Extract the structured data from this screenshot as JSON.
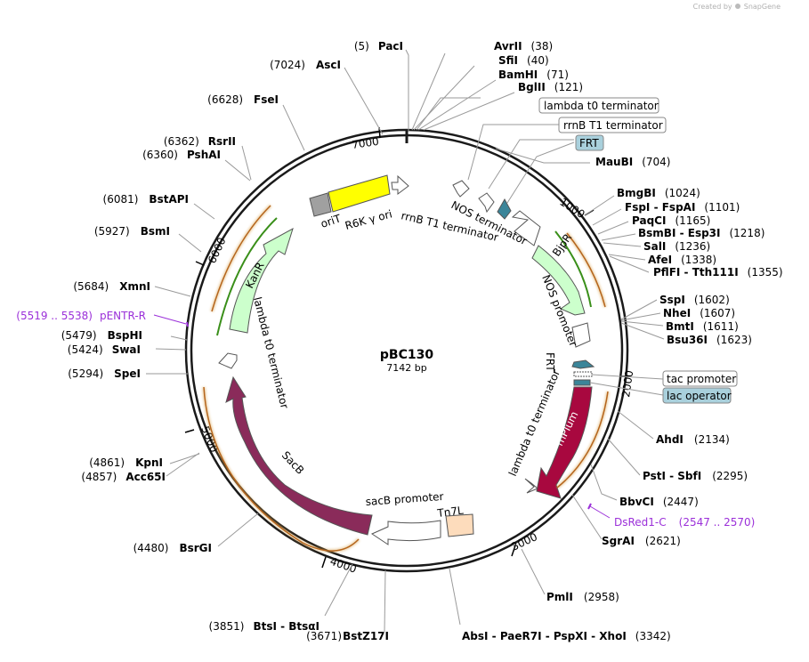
{
  "credit": "Created by",
  "brand": "SnapGene",
  "plasmid": {
    "name": "pBC130",
    "length": "7142 bp"
  },
  "ring_ticks": [
    "1000",
    "2000",
    "3000",
    "4000",
    "5000",
    "6000",
    "7000"
  ],
  "sites": [
    {
      "pos": "(5)",
      "name": "PacI"
    },
    {
      "pos": "(38)",
      "name": "AvrII"
    },
    {
      "pos": "(40)",
      "name": "SfiI"
    },
    {
      "pos": "(71)",
      "name": "BamHI"
    },
    {
      "pos": "(121)",
      "name": "BglII"
    },
    {
      "pos": "(704)",
      "name": "MauBI"
    },
    {
      "pos": "(1024)",
      "name": "BmgBI"
    },
    {
      "pos": "(1101)",
      "name": "FspI  -  FspAI"
    },
    {
      "pos": "(1165)",
      "name": "PaqCI"
    },
    {
      "pos": "(1218)",
      "name": "BsmBI  -  Esp3I"
    },
    {
      "pos": "(1236)",
      "name": "SalI"
    },
    {
      "pos": "(1338)",
      "name": "AfeI"
    },
    {
      "pos": "(1355)",
      "name": "PflFI  -  Tth111I"
    },
    {
      "pos": "(1602)",
      "name": "SspI"
    },
    {
      "pos": "(1607)",
      "name": "NheI"
    },
    {
      "pos": "(1611)",
      "name": "BmtI"
    },
    {
      "pos": "(1623)",
      "name": "Bsu36I"
    },
    {
      "pos": "(2134)",
      "name": "AhdI"
    },
    {
      "pos": "(2295)",
      "name": "PstI  -  SbfI"
    },
    {
      "pos": "(2447)",
      "name": "BbvCI"
    },
    {
      "pos": "(2621)",
      "name": "SgrAI"
    },
    {
      "pos": "(2958)",
      "name": "PmlI"
    },
    {
      "pos": "(3342)",
      "name": "AbsI  -  PaeR7I  -  PspXI  -  XhoI"
    },
    {
      "pos": "(3671)",
      "name": "BstZ17I"
    },
    {
      "pos": "(3851)",
      "name": "BtsI  -  BtsαI"
    },
    {
      "pos": "(4480)",
      "name": "BsrGI"
    },
    {
      "pos": "(4857)",
      "name": "Acc65I"
    },
    {
      "pos": "(4861)",
      "name": "KpnI"
    },
    {
      "pos": "(5294)",
      "name": "SpeI"
    },
    {
      "pos": "(5424)",
      "name": "SwaI"
    },
    {
      "pos": "(5479)",
      "name": "BspHI"
    },
    {
      "pos": "(5684)",
      "name": "XmnI"
    },
    {
      "pos": "(5927)",
      "name": "BsmI"
    },
    {
      "pos": "(6081)",
      "name": "BstAPI"
    },
    {
      "pos": "(6360)",
      "name": "PshAI"
    },
    {
      "pos": "(6362)",
      "name": "RsrII"
    },
    {
      "pos": "(6628)",
      "name": "FseI"
    },
    {
      "pos": "(7024)",
      "name": "AscI"
    }
  ],
  "primers": [
    {
      "pos": "(5519 .. 5538)",
      "name": "pENTR-R"
    },
    {
      "name": "DsRed1-C",
      "pos": "(2547 .. 2570)"
    }
  ],
  "callouts": [
    "lambda t0 terminator",
    "rrnB T1 terminator",
    "FRT",
    "tac promoter",
    "lac operator"
  ],
  "features": {
    "oriT": "oriT",
    "r6k": "R6K γ ori",
    "rrnb": "rrnB T1 terminator",
    "nos_term": "NOS terminator",
    "bjpr": "BjpR",
    "nos_prom": "NOS promoter",
    "frt": "FRT",
    "mplum": "mPlum",
    "lambda_right": "lambda t0 terminator",
    "tn7l": "Tn7L",
    "sacb_prom": "sacB promoter",
    "sacb": "SacB",
    "lambda_left": "lambda t0 terminator",
    "kanr": "KanR"
  },
  "colors": {
    "ring": "#1a1a1a",
    "orit_gray": "#a0a0a0",
    "r6k_yellow": "#ffff00",
    "light_green": "#ccffcc",
    "dark_green": "#3a8f1a",
    "orange_arc": "#d9a14a",
    "teal": "#3b8599",
    "mplum": "#a8083f",
    "sacb": "#8a2b5a",
    "tn7l": "#fddcbc",
    "lac_operator": "#a9d0dc",
    "primer": "#9b30d9"
  }
}
